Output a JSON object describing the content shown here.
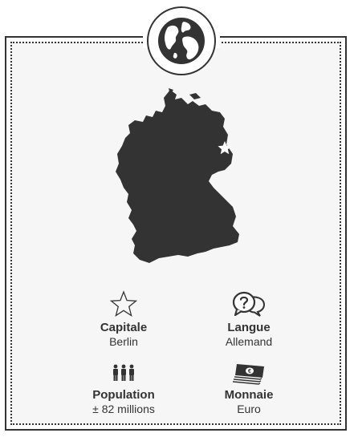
{
  "country_card": {
    "globe_icon": "globe-icon",
    "map_icon": "germany-map-icon",
    "capital_marker_icon": "star-icon"
  },
  "facts": {
    "capital": {
      "label": "Capitale",
      "value": "Berlin",
      "icon": "star-outline-icon"
    },
    "language": {
      "label": "Langue",
      "value": "Allemand",
      "icon": "speech-bubbles-icon"
    },
    "population": {
      "label": "Population",
      "value": "± 82 millions",
      "icon": "people-icon"
    },
    "currency": {
      "label": "Monnaie",
      "value": "Euro",
      "icon": "banknotes-icon"
    }
  },
  "colors": {
    "ink": "#333333",
    "panel": "#f6f6f6"
  }
}
